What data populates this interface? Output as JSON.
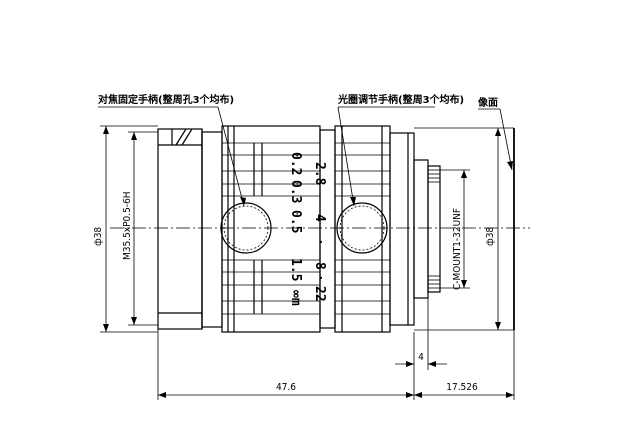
{
  "labels": {
    "focus_handle": "对焦固定手柄(整周孔3个均布)",
    "iris_handle": "光圈调节手柄(整周3个均布)",
    "image_plane": "像面",
    "thread": "M35.5xP0.5-6H",
    "mount": "C-MOUNT1-32UNF"
  },
  "dimensions": {
    "left_diameter": "ф38",
    "right_diameter": "ф38",
    "body_length": "47.6",
    "flange_distance": "17.526",
    "mount_length": "4"
  },
  "distance_scale": [
    "0.2",
    "0.3",
    "0.5",
    "1.5",
    "∞m"
  ],
  "aperture_scale": [
    "2.8",
    "4",
    "·",
    "8",
    "·",
    "22"
  ]
}
